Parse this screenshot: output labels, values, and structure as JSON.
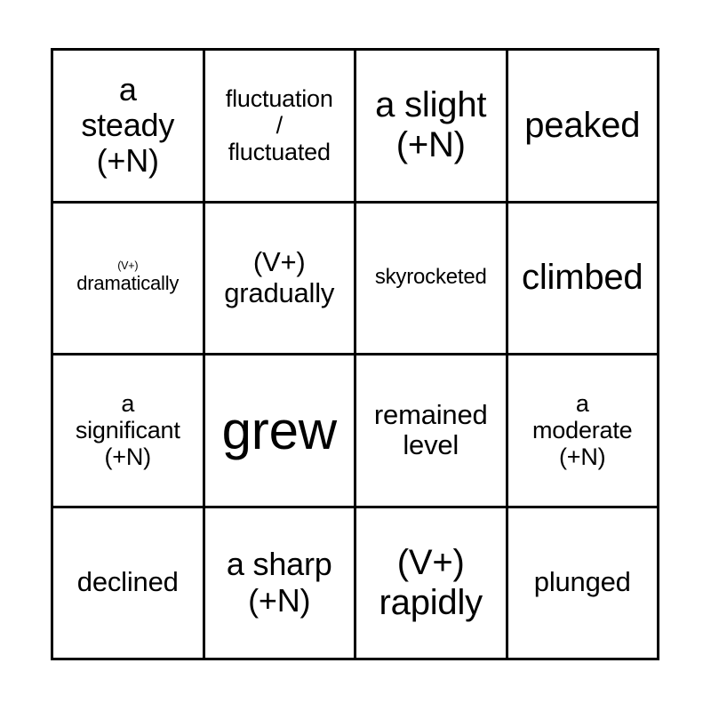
{
  "card": {
    "type": "bingo-card",
    "rows": 4,
    "columns": 4,
    "grid_color": "#000000",
    "background_color": "#ffffff",
    "text_color": "#000000",
    "cells": [
      {
        "id": "r1c1",
        "text": "a steady (+N)",
        "lines": [
          "a",
          "steady",
          "(+N)"
        ],
        "size": "fs-lg",
        "small_lines": []
      },
      {
        "id": "r1c2",
        "text": "fluctuation / fluctuated",
        "lines": [
          "fluctuation",
          "/",
          "fluctuated"
        ],
        "size": "fs-sm",
        "small_lines": []
      },
      {
        "id": "r1c3",
        "text": "a slight (+N)",
        "lines": [
          "a slight",
          "(+N)"
        ],
        "size": "fs-xl",
        "small_lines": []
      },
      {
        "id": "r1c4",
        "text": "peaked",
        "lines": [
          "peaked"
        ],
        "size": "fs-xl",
        "small_lines": []
      },
      {
        "id": "r2c1",
        "text": "(V+) dramatically",
        "lines": [
          "(V+)",
          "dramatically"
        ],
        "size": "fs-xxs",
        "small_lines": [
          0
        ]
      },
      {
        "id": "r2c2",
        "text": "(V+) gradually",
        "lines": [
          "(V+)",
          "gradually"
        ],
        "size": "fs-md",
        "small_lines": []
      },
      {
        "id": "r2c3",
        "text": "skyrocketed",
        "lines": [
          "skyrocketed"
        ],
        "size": "fs-xs",
        "small_lines": []
      },
      {
        "id": "r2c4",
        "text": "climbed",
        "lines": [
          "climbed"
        ],
        "size": "fs-xl",
        "small_lines": []
      },
      {
        "id": "r3c1",
        "text": "a significant (+N)",
        "lines": [
          "a",
          "significant",
          "(+N)"
        ],
        "size": "fs-sm",
        "small_lines": []
      },
      {
        "id": "r3c2",
        "text": "grew",
        "lines": [
          "grew"
        ],
        "size": "fs-xxl",
        "small_lines": []
      },
      {
        "id": "r3c3",
        "text": "remained level",
        "lines": [
          "remained",
          "level"
        ],
        "size": "fs-md",
        "small_lines": []
      },
      {
        "id": "r3c4",
        "text": "a moderate (+N)",
        "lines": [
          "a",
          "moderate",
          "(+N)"
        ],
        "size": "fs-sm",
        "small_lines": []
      },
      {
        "id": "r4c1",
        "text": "declined",
        "lines": [
          "declined"
        ],
        "size": "fs-md",
        "small_lines": []
      },
      {
        "id": "r4c2",
        "text": "a sharp (+N)",
        "lines": [
          "a sharp",
          "(+N)"
        ],
        "size": "fs-lg",
        "small_lines": []
      },
      {
        "id": "r4c3",
        "text": "(V+) rapidly",
        "lines": [
          "(V+)",
          "rapidly"
        ],
        "size": "fs-xl",
        "small_lines": []
      },
      {
        "id": "r4c4",
        "text": "plunged",
        "lines": [
          "plunged"
        ],
        "size": "fs-md",
        "small_lines": []
      }
    ]
  }
}
